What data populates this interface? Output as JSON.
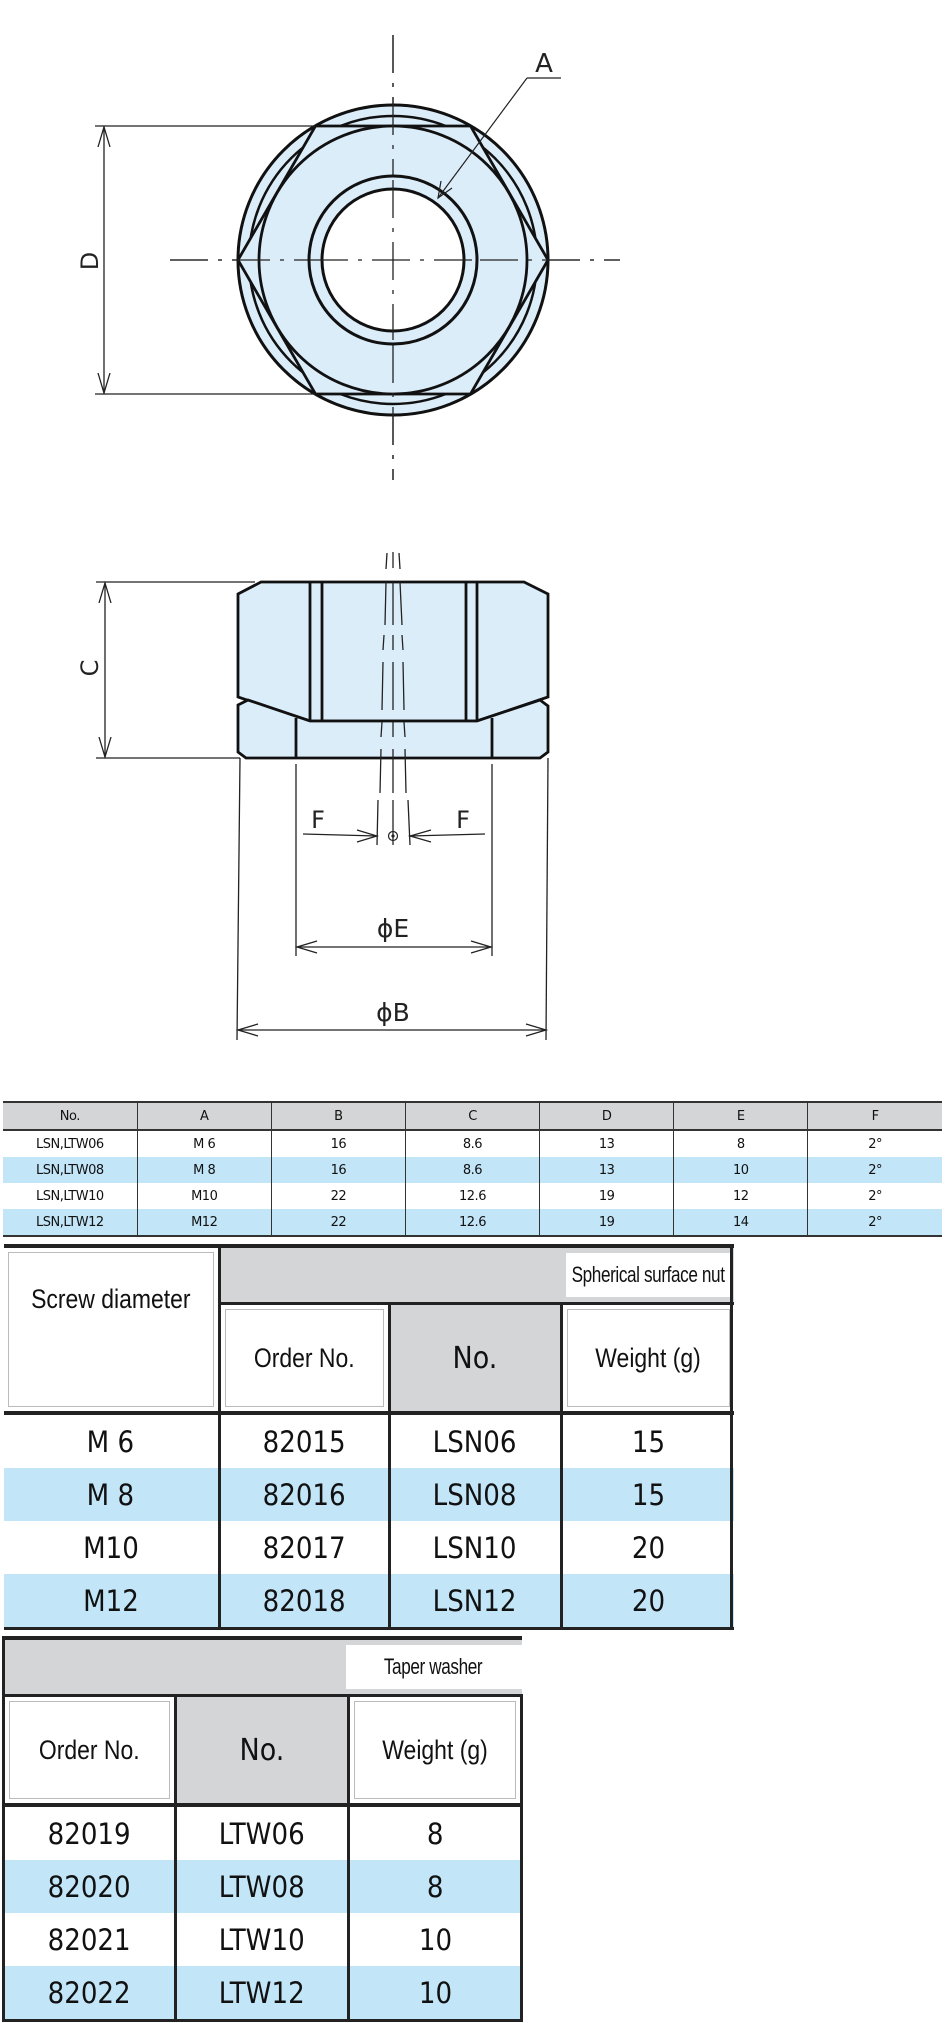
{
  "drawing": {
    "top_view": {
      "labels": {
        "A": "A",
        "D": "D"
      }
    },
    "side_view": {
      "labels": {
        "C": "C",
        "F_left": "F",
        "F_right": "F",
        "E": "ϕE",
        "B": "ϕB"
      }
    },
    "colors": {
      "fill": "#dcedfa",
      "line": "#111111"
    }
  },
  "dimensions_table": {
    "headers": [
      "No.",
      "A",
      "B",
      "C",
      "D",
      "E",
      "F"
    ],
    "rows": [
      [
        "LSN,LTW06",
        "M 6",
        "16",
        "8.6",
        "13",
        "8",
        "2°"
      ],
      [
        "LSN,LTW08",
        "M 8",
        "16",
        "8.6",
        "13",
        "10",
        "2°"
      ],
      [
        "LSN,LTW10",
        "M10",
        "22",
        "12.6",
        "19",
        "12",
        "2°"
      ],
      [
        "LSN,LTW12",
        "M12",
        "22",
        "12.6",
        "19",
        "14",
        "2°"
      ]
    ]
  },
  "nut_table": {
    "title": "Spherical surface nut",
    "headers": {
      "screw": "Screw diameter",
      "order": "Order No.",
      "no": "No.",
      "weight": "Weight (g)"
    },
    "rows": [
      {
        "screw": "M 6",
        "order": "82015",
        "no": "LSN06",
        "weight": "15"
      },
      {
        "screw": "M 8",
        "order": "82016",
        "no": "LSN08",
        "weight": "15"
      },
      {
        "screw": "M10",
        "order": "82017",
        "no": "LSN10",
        "weight": "20"
      },
      {
        "screw": "M12",
        "order": "82018",
        "no": "LSN12",
        "weight": "20"
      }
    ]
  },
  "washer_table": {
    "title": "Taper washer",
    "headers": {
      "order": "Order No.",
      "no": "No.",
      "weight": "Weight (g)"
    },
    "rows": [
      {
        "order": "82019",
        "no": "LTW06",
        "weight": "8"
      },
      {
        "order": "82020",
        "no": "LTW08",
        "weight": "8"
      },
      {
        "order": "82021",
        "no": "LTW10",
        "weight": "10"
      },
      {
        "order": "82022",
        "no": "LTW12",
        "weight": "10"
      }
    ]
  },
  "colors": {
    "row_alt": "#c2e5f8",
    "header_gray": "#d4d5d7",
    "part_fill": "#dcedfa"
  }
}
